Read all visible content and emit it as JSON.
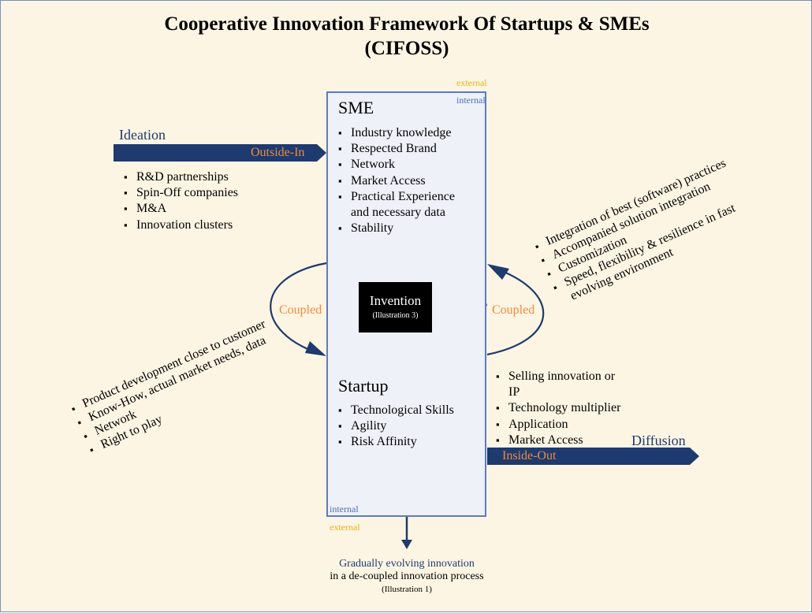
{
  "title": {
    "line1": "Cooperative Innovation Framework Of Startups & SMEs",
    "line2": "(CIFOSS)"
  },
  "center": {
    "external_top": "external",
    "internal_top": "internal",
    "internal_bottom": "internal",
    "external_bottom": "external",
    "sme_heading": "SME",
    "sme_items": [
      "Industry knowledge",
      "Respected Brand",
      "Network",
      "Market Access",
      "Practical Experience",
      "and necessary data",
      "Stability"
    ],
    "startup_heading": "Startup",
    "startup_items": [
      "Technological Skills",
      "Agility",
      "Risk Affinity"
    ],
    "invention_label": "Invention",
    "invention_sub": "(Illustration 3)"
  },
  "left": {
    "ideation": "Ideation",
    "outside_in": "Outside-In",
    "outside_items": [
      "R&D partnerships",
      "Spin-Off companies",
      "M&A",
      "Innovation clusters"
    ],
    "coupled": "Coupled",
    "startup_contrib": [
      "Product development close to customer",
      "Know-How, actual market needs, data",
      "Network",
      "Right to play"
    ]
  },
  "right": {
    "coupled": "Coupled",
    "sme_contrib": [
      "Integration of best (software) practices",
      "Accompanied solution integration",
      "Customization",
      "Speed, flexibility & resilience in fast",
      "evolving environment"
    ],
    "inside_items": [
      "Selling innovation or",
      "IP",
      "Technology multiplier",
      "Application",
      "Market Access"
    ],
    "diffusion": "Diffusion",
    "inside_out": "Inside-Out"
  },
  "bottom": {
    "line1": "Gradually evolving innovation",
    "line2": "in a de-coupled innovation process",
    "line3": "(Illustration 1)"
  },
  "colors": {
    "navy": "#1e3a6e",
    "orange": "#f08a3a",
    "gold": "#e9b318",
    "box_border": "#5b7cc4",
    "box_fill": "#eef1f8",
    "background": "#fdf5e3"
  }
}
